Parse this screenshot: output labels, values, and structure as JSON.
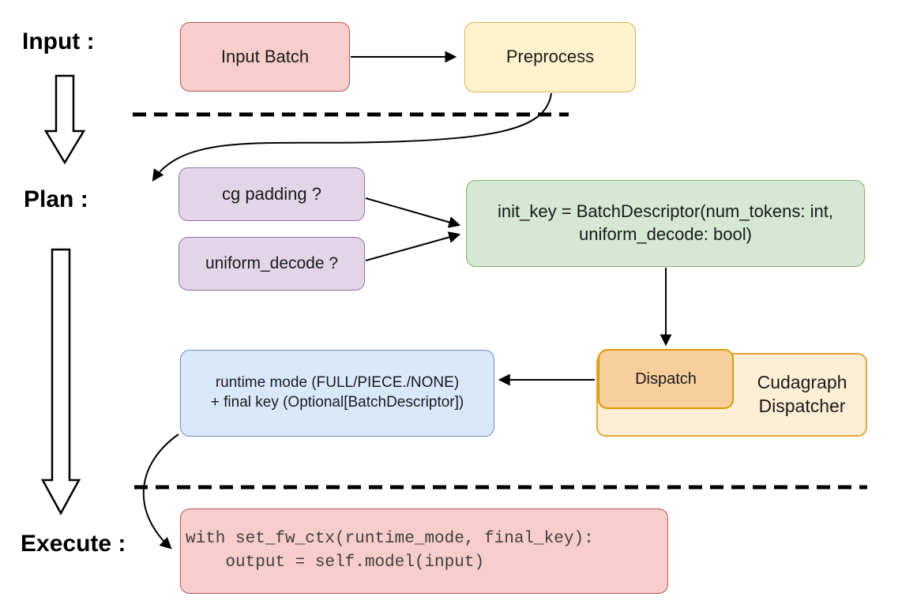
{
  "stage_labels": {
    "input": "Input :",
    "plan": "Plan :",
    "execute": "Execute :"
  },
  "nodes": {
    "input_batch": {
      "label": "Input Batch"
    },
    "preprocess": {
      "label": "Preprocess"
    },
    "cg_padding": {
      "label": "cg padding ?"
    },
    "uniform_decode": {
      "label": "uniform_decode ?"
    },
    "init_key": {
      "line1": "init_key = BatchDescriptor(num_tokens: int,",
      "line2": "uniform_decode: bool)"
    },
    "dispatch": {
      "label": "Dispatch"
    },
    "cudagraph_dispatcher": {
      "line1": "Cudagraph",
      "line2": "Dispatcher"
    },
    "runtime_mode": {
      "line1": "runtime mode (FULL/PIECE./NONE)",
      "line2": "+ final key (Optional[BatchDescriptor])"
    },
    "execute_code": {
      "line1": "with set_fw_ctx(runtime_mode, final_key):",
      "line2": "    output = self.model(input)"
    }
  },
  "colors": {
    "red_fill": "#f8cecc",
    "red_border": "#b85450",
    "yellow_fill": "#fff2cc",
    "yellow_border": "#d6b656",
    "purple_fill": "#e1d5e7",
    "purple_border": "#9673a6",
    "green_fill": "#d5e8d4",
    "green_border": "#82b366",
    "blue_fill": "#dae8fc",
    "blue_border": "#6c8ebf",
    "orange_fill": "#f9cf9e",
    "orange_border": "#d79b00",
    "orange_light_fill": "#ffeed6",
    "arrow_color": "#000000",
    "background": "#ffffff"
  }
}
